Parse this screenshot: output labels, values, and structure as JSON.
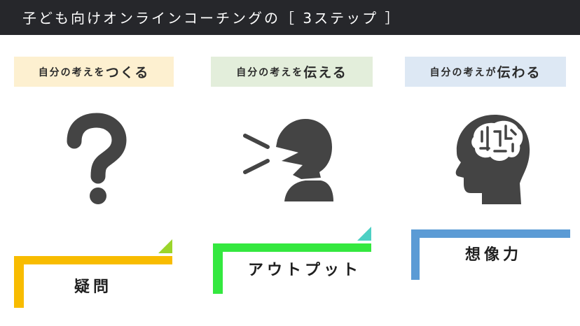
{
  "title": "子ども向けオンラインコーチングの［ 3ステップ ］",
  "steps": [
    {
      "label_small": "自分の考えを",
      "label_big": "つくる",
      "term": "疑問",
      "icon": "question-mark-icon",
      "label_bg": "#fdf0d0",
      "bracket_color": "#f8bc00",
      "accent_color": "#9bd52b"
    },
    {
      "label_small": "自分の考えを",
      "label_big": "伝える",
      "term": "アウトプット",
      "icon": "speaking-head-icon",
      "label_bg": "#e3eedb",
      "bracket_color": "#34e83f",
      "accent_color": "#4dd0c4"
    },
    {
      "label_small": "自分の考えが",
      "label_big": "伝わる",
      "term": "想像力",
      "icon": "brain-head-icon",
      "label_bg": "#dde8f4",
      "bracket_color": "#5b9bd5",
      "accent_color": ""
    }
  ]
}
